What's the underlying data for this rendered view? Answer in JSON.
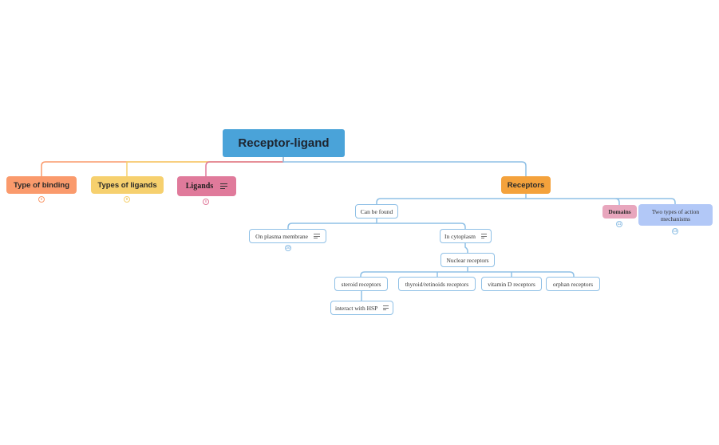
{
  "colors": {
    "root": "#4aa3d9",
    "type_of_binding": "#fa9a6c",
    "types_of_ligands": "#f6d06e",
    "ligands": "#e07a9b",
    "receptors": "#f4a23c",
    "domains": "#e8a6bd",
    "two_types": "#b2c8f7",
    "connector": "#8fc0e6"
  },
  "diagram": {
    "root": "Receptor-ligand",
    "type_of_binding": {
      "label": "Type of binding",
      "count": "8"
    },
    "types_of_ligands": {
      "label": "Types of ligands",
      "count": "9"
    },
    "ligands": {
      "label": "Ligands",
      "count": "8"
    },
    "receptors": {
      "label": "Receptors",
      "can_be_found": {
        "label": "Can be found",
        "on_plasma_membrane": {
          "label": "On plasma membrane",
          "count": "20"
        },
        "in_cytoplasm": {
          "label": "In cytoplasm",
          "nuclear_receptors": {
            "label": "Nuclear receptors",
            "steroid_receptors": {
              "label": "steroid receptors",
              "interact_with_hsp": "interact with HSP"
            },
            "thyroid_retinoids": "thyroid/retinoids receptors",
            "vitamin_d": "vitamin D receptors",
            "orphan": "orphan receptors"
          }
        }
      },
      "domains": {
        "label": "Domains",
        "count": "11"
      },
      "two_types": {
        "label": "Two types of action mechanisms",
        "count": "13"
      }
    }
  }
}
